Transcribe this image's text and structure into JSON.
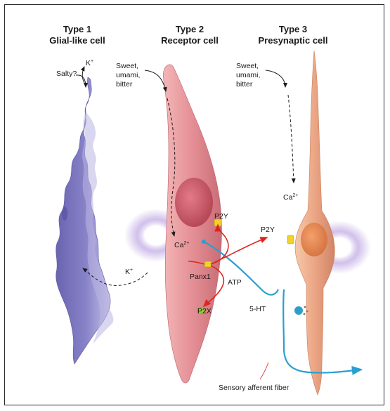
{
  "cells": [
    {
      "type": "Type 1",
      "name": "Glial-like cell",
      "color": "#7f7bbf"
    },
    {
      "type": "Type 2",
      "name": "Receptor cell",
      "color": "#d9878c"
    },
    {
      "type": "Type 3",
      "name": "Presynaptic cell",
      "color": "#e8a582"
    }
  ],
  "labels": {
    "salty": "Salty?",
    "k_plus_top": "K",
    "k_plus_sup": "+",
    "k_plus_bottom": "K",
    "sweet_type2": [
      "Sweet,",
      "umami,",
      "bitter"
    ],
    "sweet_type3": [
      "Sweet,",
      "umami,",
      "bitter"
    ],
    "ca_type2": "Ca",
    "ca_type3": "Ca",
    "ca_sup": "2+",
    "p2y_receptor": "P2Y",
    "p2y_arrow": "P2Y",
    "panx1": "Panx1",
    "atp": "ATP",
    "p2x": "P2X",
    "serotonin": "5-HT",
    "fiber": "Sensory afferent fiber"
  },
  "colors": {
    "signal_red": "#e0251f",
    "nerve_blue": "#2a9fd0",
    "channel_yellow": "#f2d227",
    "p2x_green": "#9ccb3b",
    "halo_purple": "#b89ee0"
  }
}
